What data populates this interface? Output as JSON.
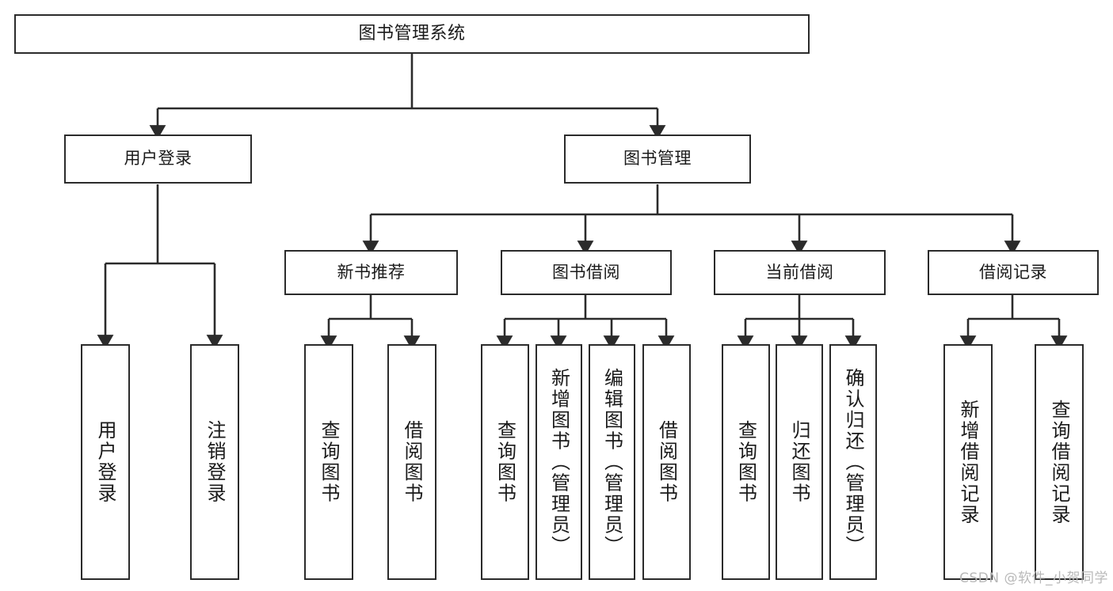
{
  "diagram": {
    "title": "图书管理系统",
    "type": "hierarchy-tree",
    "watermark": "CSDN @软件_小贺同学",
    "colors": {
      "box_stroke": "#2b2b2b",
      "box_fill": "#ffffff",
      "connector": "#2b2b2b",
      "text": "#1a1a1a",
      "watermark": "#b9b9b9",
      "background": "#ffffff"
    },
    "levels": {
      "root": {
        "label": "图书管理系统"
      },
      "level1": [
        {
          "label": "用户登录"
        },
        {
          "label": "图书管理"
        }
      ],
      "level2": [
        {
          "label": "新书推荐"
        },
        {
          "label": "图书借阅"
        },
        {
          "label": "当前借阅"
        },
        {
          "label": "借阅记录"
        }
      ],
      "leaves": {
        "user_login": [
          {
            "label": "用户登录"
          },
          {
            "label": "注销登录"
          }
        ],
        "new_book_recommend": [
          {
            "label": "查询图书"
          },
          {
            "label": "借阅图书"
          }
        ],
        "book_borrow": [
          {
            "label": "查询图书"
          },
          {
            "label": "新增图书（管理员）"
          },
          {
            "label": "编辑图书（管理员）"
          },
          {
            "label": "借阅图书"
          }
        ],
        "current_borrow": [
          {
            "label": "查询图书"
          },
          {
            "label": "归还图书"
          },
          {
            "label": "确认归还（管理员）"
          }
        ],
        "borrow_record": [
          {
            "label": "新增借阅记录"
          },
          {
            "label": "查询借阅记录"
          }
        ]
      }
    }
  }
}
